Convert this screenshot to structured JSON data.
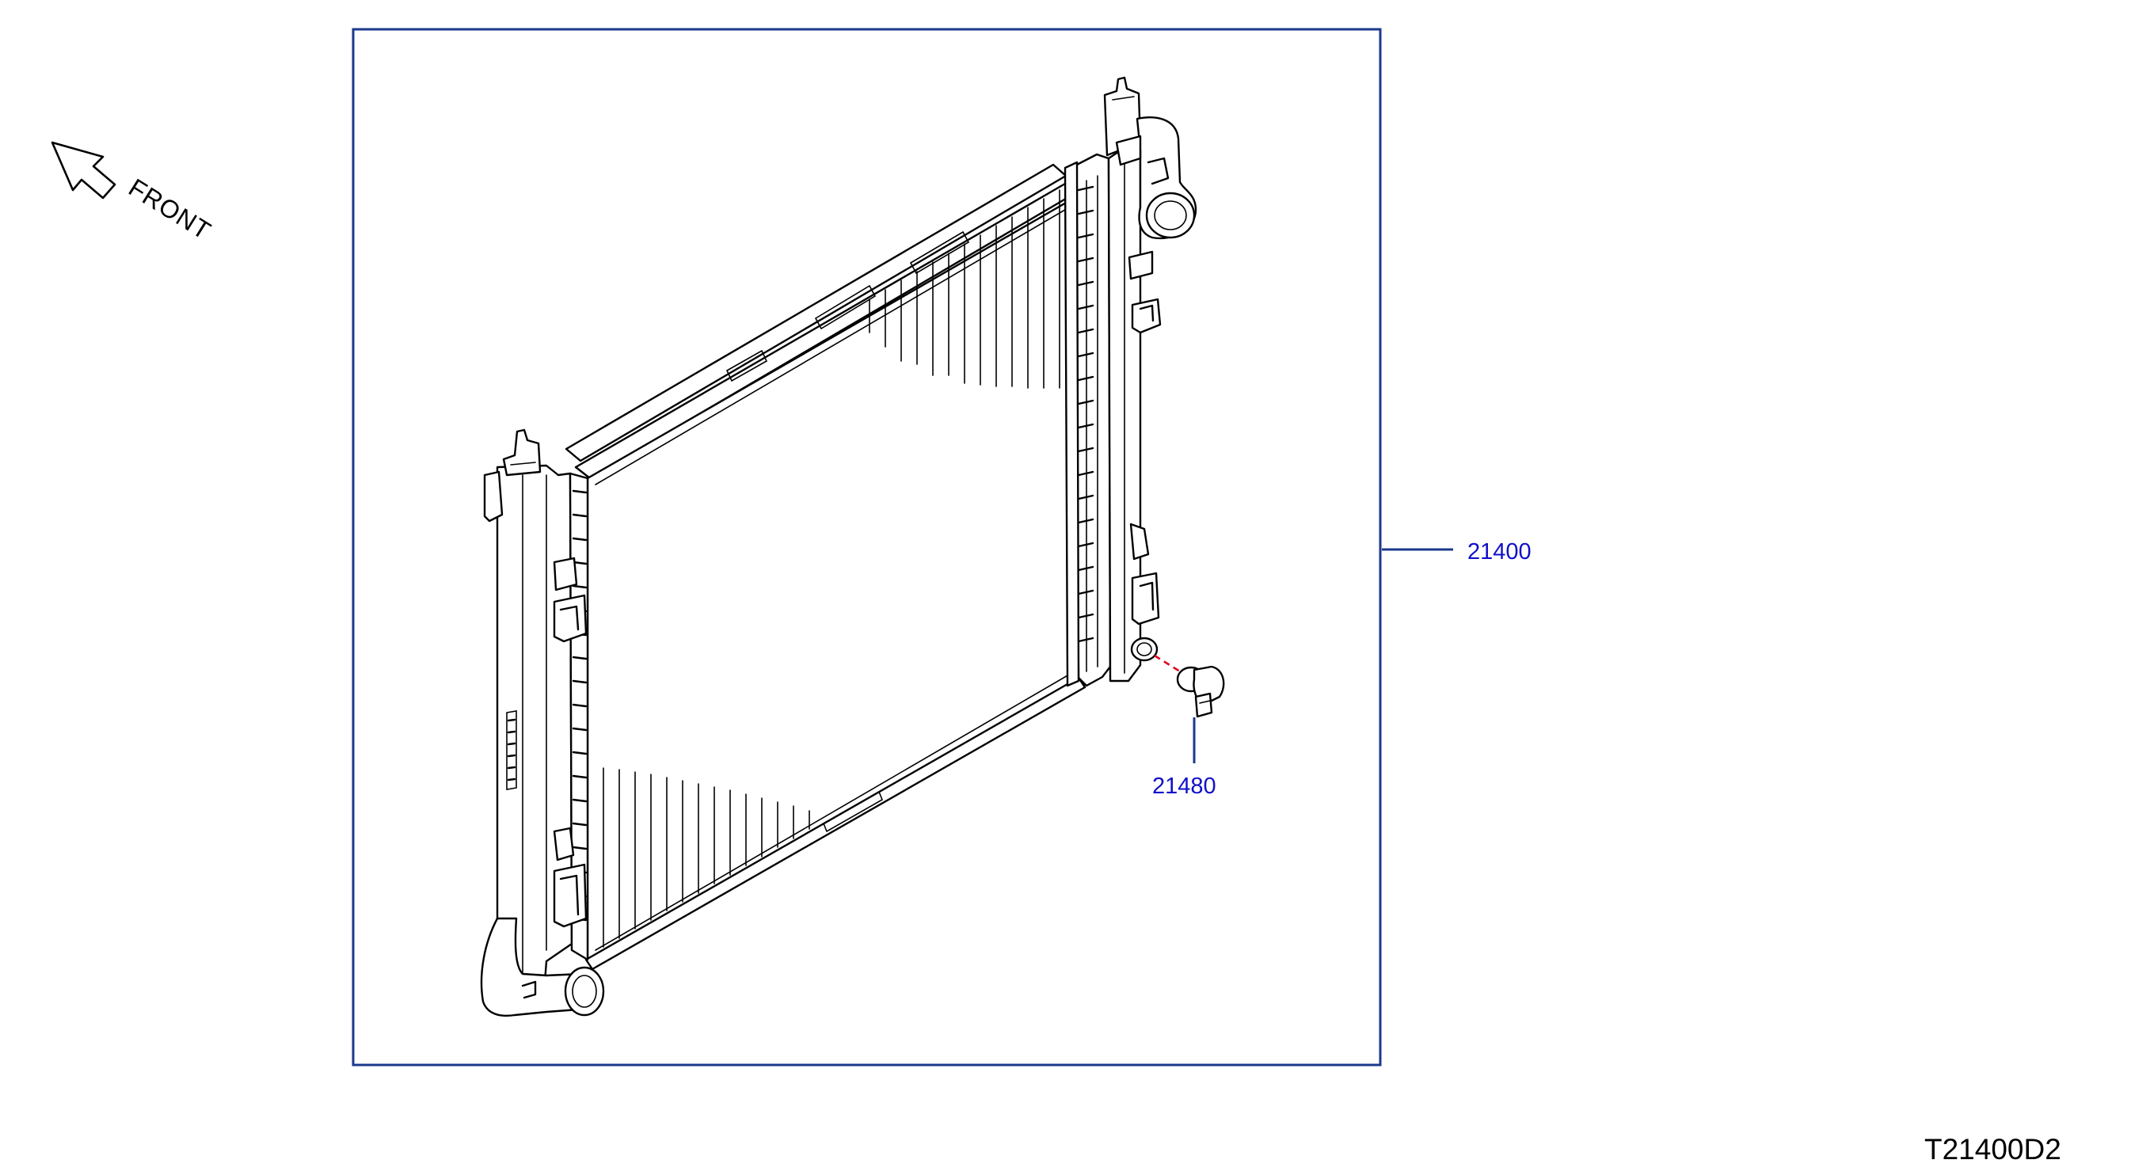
{
  "diagram": {
    "direction_label": "FRONT",
    "drawing_code": "T21400D2",
    "callouts": [
      {
        "id": "radiator",
        "part_number": "21400"
      },
      {
        "id": "drain-plug",
        "part_number": "21480"
      }
    ],
    "colors": {
      "frame": "#1b3a8c",
      "callout_text": "#1010c8",
      "leader_line": "#1b3a8c",
      "drain_dash": "#e0001b",
      "linework": "#000000"
    }
  }
}
